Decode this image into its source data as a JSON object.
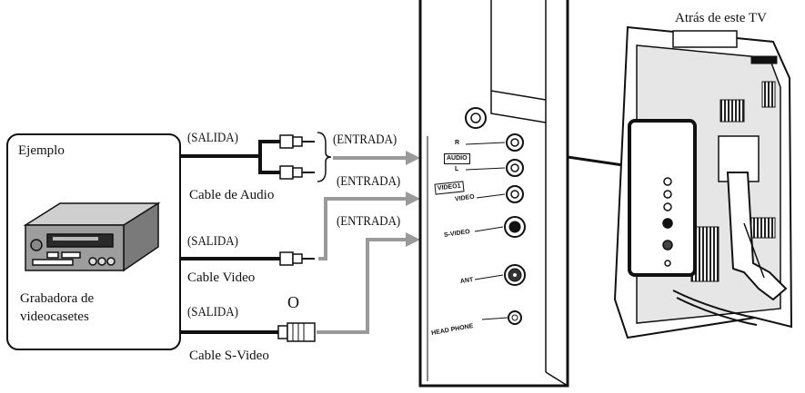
{
  "labels": {
    "tv_back": "Atrás de este TV",
    "example": "Ejemplo",
    "vcr_line1": "Grabadora de",
    "vcr_line2": "videocasetes",
    "salida": "(SALIDA)",
    "entrada": "(ENTRADA)",
    "audio_cable": "Cable de Audio",
    "video_cable": "Cable Video",
    "svideo_cable": "Cable S-Video",
    "or": "O"
  },
  "panel_labels": {
    "r": "R",
    "audio": "AUDIO",
    "l": "L",
    "video1": "VIDEO1",
    "video": "VIDEO",
    "svideo": "S-VIDEO",
    "ant": "ANT",
    "headphone": "HEAD PHONE"
  },
  "colors": {
    "line": "#111111",
    "arrow_gray": "#9a9a9a",
    "panel_fill": "#ffffff",
    "tv_shade": "#e6e6e6"
  }
}
